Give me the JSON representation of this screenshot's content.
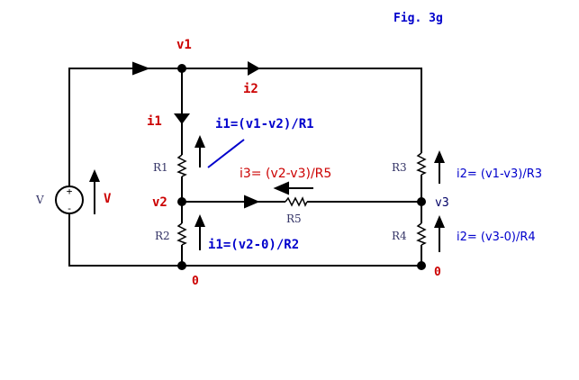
{
  "figure": {
    "title": "Fig. 3g"
  },
  "colors": {
    "wire": "#000000",
    "node_label": "#cc0000",
    "blue_eq": "#0000cc",
    "red_eq": "#cc0000",
    "component": "#333366"
  },
  "source": {
    "name": "V",
    "arrow_label": "V",
    "plus": "+",
    "minus": "-"
  },
  "nodes": {
    "v1": "v1",
    "v2": "v2",
    "v3": "v3",
    "ground_left": "0",
    "ground_right": "0"
  },
  "currents": {
    "i1": "i1",
    "i2": "i2"
  },
  "resistors": {
    "r1": "R1",
    "r2": "R2",
    "r3": "R3",
    "r4": "R4",
    "r5": "R5"
  },
  "equations": {
    "i1_r1": "i1=(v1-v2)/R1",
    "i3_r5": "i3= (v2-v3)/R5",
    "i1_r2": "i1=(v2-0)/R2",
    "i2_r3": "i2= (v1-v3)/R3",
    "i2_r4": "i2= (v3-0)/R4"
  }
}
